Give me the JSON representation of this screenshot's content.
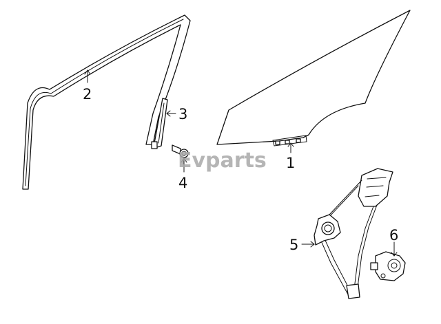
{
  "watermark": "Evparts",
  "callouts": [
    {
      "id": "1",
      "part": "door-glass"
    },
    {
      "id": "2",
      "part": "glass-run-channel"
    },
    {
      "id": "3",
      "part": "rear-channel-trim"
    },
    {
      "id": "4",
      "part": "bolt"
    },
    {
      "id": "5",
      "part": "window-regulator"
    },
    {
      "id": "6",
      "part": "window-motor"
    }
  ],
  "colors": {
    "line": "#111111",
    "background": "#ffffff",
    "watermark": "#a9a9a9"
  }
}
